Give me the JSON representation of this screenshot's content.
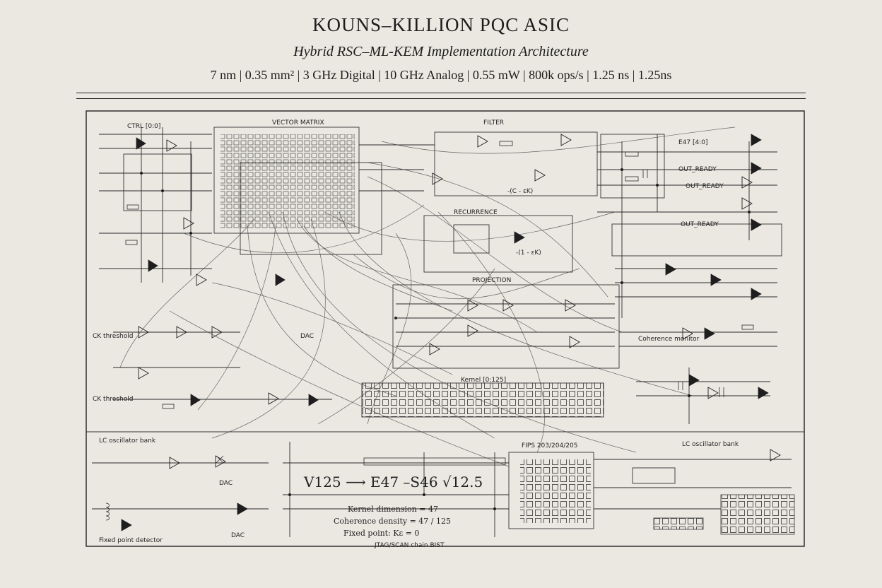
{
  "header": {
    "title": "KOUNS–KILLION PQC ASIC",
    "subtitle": "Hybrid RSC–ML-KEM Implementation Architecture",
    "specs": "7 nm | 0.35 mm² | 3 GHz Digital | 10 GHz Analog | 0.55 mW | 800k ops/s | 1.25 ns | 1.25ns"
  },
  "labels": {
    "ctrl": "CTRL [0:0]",
    "vector_matrix": "VECTOR MATRIX",
    "filter": "FILTER",
    "recurrence": "RECURRENCE",
    "projection": "PROJECTION",
    "out_ready_1": "OUT_READY",
    "out_ready_2": "OUT_READY",
    "out_ready_3": "OUT_READY",
    "e47": "E47 [4:0]",
    "dac_1": "DAC",
    "dac_2": "DAC",
    "dac_3": "DAC",
    "kernel_reg": "Kernel [0:125]",
    "fips": "FIPS 203/204/205",
    "lc_osc": "LC oscillator bank",
    "lc_osc_right": "LC oscillator bank",
    "fixed_point_detector": "Fixed point detector",
    "jtag": "JTAG/SCAN chain BIST",
    "coherence_monitor": "Coherence monitor",
    "ck_1": "CK threshold",
    "ck_2": "CK threshold",
    "eq_k": "-(1 - εK)",
    "eq_ck": "-(C - εK)"
  },
  "equation": "V125 ⟶ E47 –S46 √12.5",
  "notes": [
    "Kernel dimension = 47",
    "Coherence density = 47 / 125",
    "Fixed point: Kε = 0"
  ]
}
